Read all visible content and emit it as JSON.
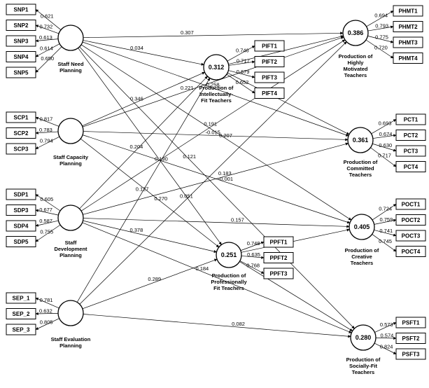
{
  "latents": [
    {
      "id": "snp",
      "label": [
        "Staff Need",
        "Planning"
      ],
      "r2": ""
    },
    {
      "id": "scp",
      "label": [
        "Staff Capacity",
        "Planning"
      ],
      "r2": ""
    },
    {
      "id": "sdp",
      "label": [
        "Staff",
        "Development",
        "Planning"
      ],
      "r2": ""
    },
    {
      "id": "sep",
      "label": [
        "Staff Evaluation",
        "Planning"
      ],
      "r2": ""
    },
    {
      "id": "pift",
      "label": [
        "Production of",
        "Intellectually-",
        "Fit Teachers"
      ],
      "r2": "0.312"
    },
    {
      "id": "ppft",
      "label": [
        "Production of",
        "Professionally",
        "Fit Teachers"
      ],
      "r2": "0.251"
    },
    {
      "id": "phmt",
      "label": [
        "Production of",
        "Highly",
        "Motivated",
        "Teachers"
      ],
      "r2": "0.386"
    },
    {
      "id": "pct",
      "label": [
        "Production of",
        "Committed",
        "Teachers"
      ],
      "r2": "0.361"
    },
    {
      "id": "poct",
      "label": [
        "Production of",
        "Creative",
        "Teachers"
      ],
      "r2": "0.405"
    },
    {
      "id": "psft",
      "label": [
        "Production of",
        "Socially-Fit",
        "Teachers"
      ],
      "r2": "0.280"
    }
  ],
  "indicators": {
    "snp": [
      {
        "name": "SNP1",
        "w": "0.621"
      },
      {
        "name": "SNP2",
        "w": "0.732"
      },
      {
        "name": "SNP3",
        "w": "0.613"
      },
      {
        "name": "SNP4",
        "w": "0.614"
      },
      {
        "name": "SNP5",
        "w": "0.650"
      }
    ],
    "scp": [
      {
        "name": "SCP1",
        "w": "0.817"
      },
      {
        "name": "SCP2",
        "w": "0.783"
      },
      {
        "name": "SCP3",
        "w": "0.794"
      }
    ],
    "sdp": [
      {
        "name": "SDP1",
        "w": "0.605"
      },
      {
        "name": "SDP3",
        "w": "0.677"
      },
      {
        "name": "SDP4",
        "w": "0.587"
      },
      {
        "name": "SDP5",
        "w": "0.755"
      }
    ],
    "sep": [
      {
        "name": "SEP_1",
        "w": "0.781"
      },
      {
        "name": "SEP_2",
        "w": "0.632"
      },
      {
        "name": "SEP_3",
        "w": "0.805"
      }
    ],
    "pift": [
      {
        "name": "PIFT1",
        "w": "0.746"
      },
      {
        "name": "PIFT2",
        "w": "0.717"
      },
      {
        "name": "PIFT3",
        "w": "0.679"
      },
      {
        "name": "PIFT4",
        "w": "0.652"
      }
    ],
    "ppft": [
      {
        "name": "PPFT1",
        "w": "0.748"
      },
      {
        "name": "PPFT2",
        "w": "0.635"
      },
      {
        "name": "PPFT3",
        "w": "0.768"
      }
    ],
    "phmt": [
      {
        "name": "PHMT1",
        "w": "0.694"
      },
      {
        "name": "PHMT2",
        "w": "0.793"
      },
      {
        "name": "PHMT3",
        "w": "0.775"
      },
      {
        "name": "PHMT4",
        "w": "0.720"
      }
    ],
    "pct": [
      {
        "name": "PCT1",
        "w": "0.693"
      },
      {
        "name": "PCT2",
        "w": "0.674"
      },
      {
        "name": "PCT3",
        "w": "0.630"
      },
      {
        "name": "PCT4",
        "w": "0.717"
      }
    ],
    "poct": [
      {
        "name": "POCT1",
        "w": "0.724"
      },
      {
        "name": "POCT2",
        "w": "0.759"
      },
      {
        "name": "POCT3",
        "w": "0.741"
      },
      {
        "name": "POCT4",
        "w": "0.745"
      }
    ],
    "psft": [
      {
        "name": "PSFT1",
        "w": "0.573"
      },
      {
        "name": "PSFT2",
        "w": "0.574"
      },
      {
        "name": "PSFT3",
        "w": "0.824"
      }
    ]
  },
  "paths": [
    {
      "from": "snp",
      "to": "phmt",
      "w": "0.307"
    },
    {
      "from": "snp",
      "to": "pift",
      "w": "0.034"
    },
    {
      "from": "snp",
      "to": "pct",
      "w": "0.258"
    },
    {
      "from": "snp",
      "to": "poct",
      "w": "0.207"
    },
    {
      "from": "snp",
      "to": "ppft",
      "w": "0.190"
    },
    {
      "from": "snp",
      "to": "psft",
      "w": "0.121"
    },
    {
      "from": "scp",
      "to": "pift",
      "w": "0.346"
    },
    {
      "from": "scp",
      "to": "pct",
      "w": "-0.015"
    },
    {
      "from": "scp",
      "to": "poct",
      "w": "-0.001"
    },
    {
      "from": "scp",
      "to": "ppft",
      "w": "0.270"
    },
    {
      "from": "scp",
      "to": "phmt",
      "w": "0.221"
    },
    {
      "from": "sdp",
      "to": "pift",
      "w": "0.204"
    },
    {
      "from": "sdp",
      "to": "phmt",
      "w": "0.191"
    },
    {
      "from": "sdp",
      "to": "pct",
      "w": "0.183"
    },
    {
      "from": "sdp",
      "to": "poct",
      "w": "0.157"
    },
    {
      "from": "sdp",
      "to": "ppft",
      "w": "0.378"
    },
    {
      "from": "sdp",
      "to": "psft",
      "w": "0.184"
    },
    {
      "from": "sep",
      "to": "pift",
      "w": "0.127"
    },
    {
      "from": "sep",
      "to": "ppft",
      "w": "0.289"
    },
    {
      "from": "sep",
      "to": "psft",
      "w": "0.082"
    },
    {
      "from": "sep",
      "to": "phmt",
      "w": "0.051"
    },
    {
      "from": "pift",
      "to": "phmt",
      "w": ""
    },
    {
      "from": "pift",
      "to": "pct",
      "w": ""
    },
    {
      "from": "ppft",
      "to": "poct",
      "w": ""
    },
    {
      "from": "ppft",
      "to": "psft",
      "w": ""
    }
  ]
}
